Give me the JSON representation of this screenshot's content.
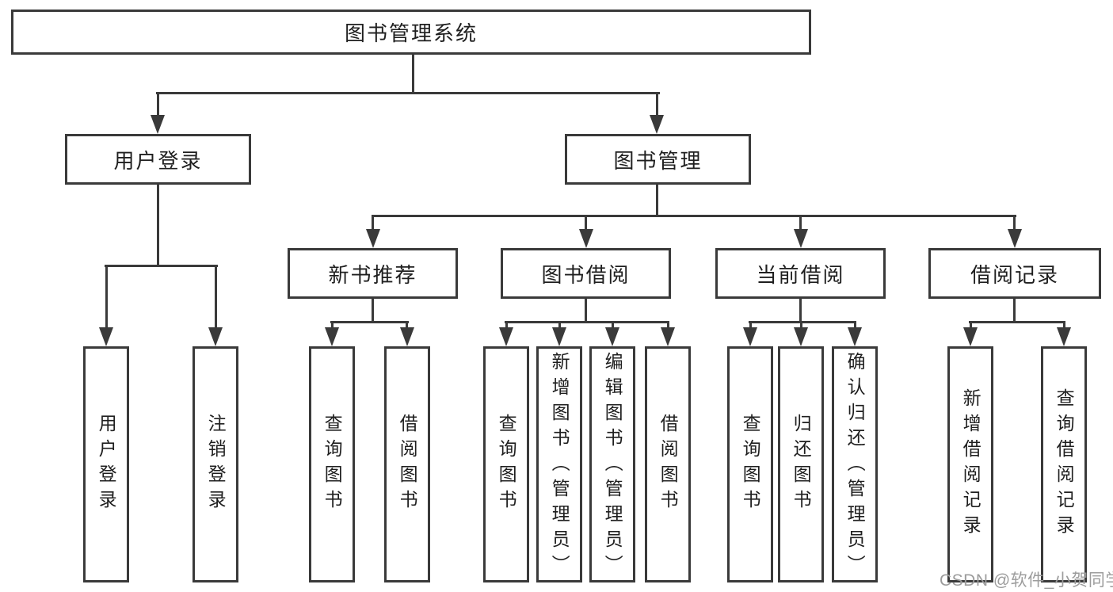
{
  "style": {
    "line_color": "#3a3a3a",
    "text_color": "#1f1f1f",
    "background_color": "#ffffff",
    "watermark_color": "#9c9c9c"
  },
  "tree": {
    "root": {
      "label": "图书管理系统",
      "children": [
        {
          "label": "用户登录",
          "children": [
            {
              "label": "用户登录"
            },
            {
              "label": "注销登录"
            }
          ]
        },
        {
          "label": "图书管理",
          "children": [
            {
              "label": "新书推荐",
              "children": [
                {
                  "label": "查询图书"
                },
                {
                  "label": "借阅图书"
                }
              ]
            },
            {
              "label": "图书借阅",
              "children": [
                {
                  "label": "查询图书"
                },
                {
                  "label": "新增图书（管理员）"
                },
                {
                  "label": "编辑图书（管理员）"
                },
                {
                  "label": "借阅图书"
                }
              ]
            },
            {
              "label": "当前借阅",
              "children": [
                {
                  "label": "查询图书"
                },
                {
                  "label": "归还图书"
                },
                {
                  "label": "确认归还（管理员）"
                }
              ]
            },
            {
              "label": "借阅记录",
              "children": [
                {
                  "label": "新增借阅记录"
                },
                {
                  "label": "查询借阅记录"
                }
              ]
            }
          ]
        }
      ]
    }
  },
  "watermark": {
    "text": "CSDN @软件_小贺同学"
  }
}
